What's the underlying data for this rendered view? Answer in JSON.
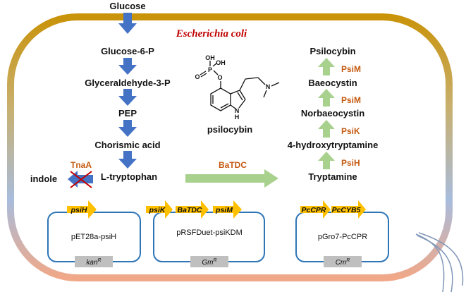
{
  "organism": "Escherichia coli",
  "left_pathway": [
    "Glucose",
    "Glucose-6-P",
    "Glyceraldehyde-3-P",
    "PEP",
    "Chorismic acid",
    "L-tryptophan"
  ],
  "side_product": {
    "name": "indole",
    "enzyme": "TnaA",
    "status": "knocked-out"
  },
  "cross_enzyme": "BaTDC",
  "right_pathway": [
    {
      "compound": "Tryptamine",
      "enzyme": "PsiH"
    },
    {
      "compound": "4-hydroxytryptamine",
      "enzyme": "PsiK"
    },
    {
      "compound": "Norbaeocystin",
      "enzyme": "PsiM"
    },
    {
      "compound": "Baeocystin",
      "enzyme": "PsiM"
    },
    {
      "compound": "Psilocybin",
      "enzyme": null
    }
  ],
  "molecule": {
    "name": "psilocybin",
    "atoms": {
      "oh1": "OH",
      "oh2": "OH",
      "p": "P",
      "o1": "O",
      "o2": "O",
      "n": "N",
      "nh_n": "N",
      "nh_h": "H"
    }
  },
  "plasmids": [
    {
      "name": "pET28a-psiH",
      "genes": [
        "psiH"
      ],
      "marker": "kan",
      "marker_sup": "R"
    },
    {
      "name": "pRSFDuet-psiKDM",
      "genes": [
        "psiK",
        "BaTDC",
        "psiM"
      ],
      "marker": "Gm",
      "marker_sup": "R"
    },
    {
      "name": "pGro7-PcCPR",
      "genes": [
        "PcCPR",
        "PcCYB5"
      ],
      "marker": "Cm",
      "marker_sup": "R"
    }
  ],
  "colors": {
    "blue_arrow": "#4472c4",
    "green_arrow": "#a9d18e",
    "enzyme": "#c55a11",
    "gene": "#ffc000",
    "plasmid": "#2e75b6",
    "title": "#c00000"
  }
}
